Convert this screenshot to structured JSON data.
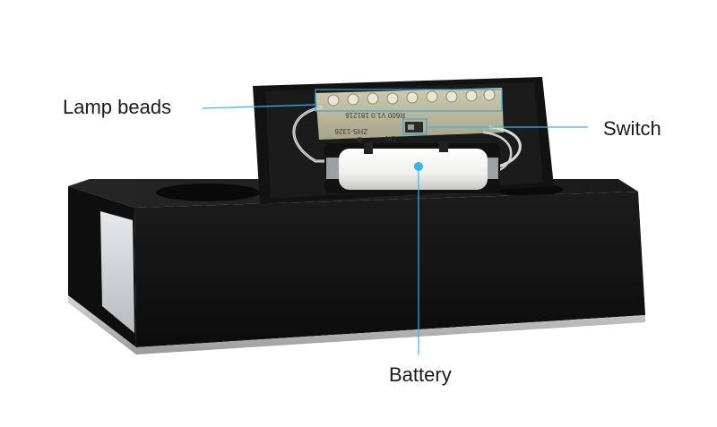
{
  "labels": {
    "lamp_beads": "Lamp beads",
    "switch": "Switch",
    "battery": "Battery"
  },
  "pcb_text": {
    "line1": "R600 V1.0 181216",
    "line2": "ZHS-1326",
    "line3": "B-",
    "switch_on": "ON"
  },
  "colors": {
    "callout_line": "#3ab4e6",
    "callout_box": "#3aa6d8",
    "housing": "#141414",
    "pcb": "#b9b59a",
    "battery": "#f2f2f0"
  }
}
